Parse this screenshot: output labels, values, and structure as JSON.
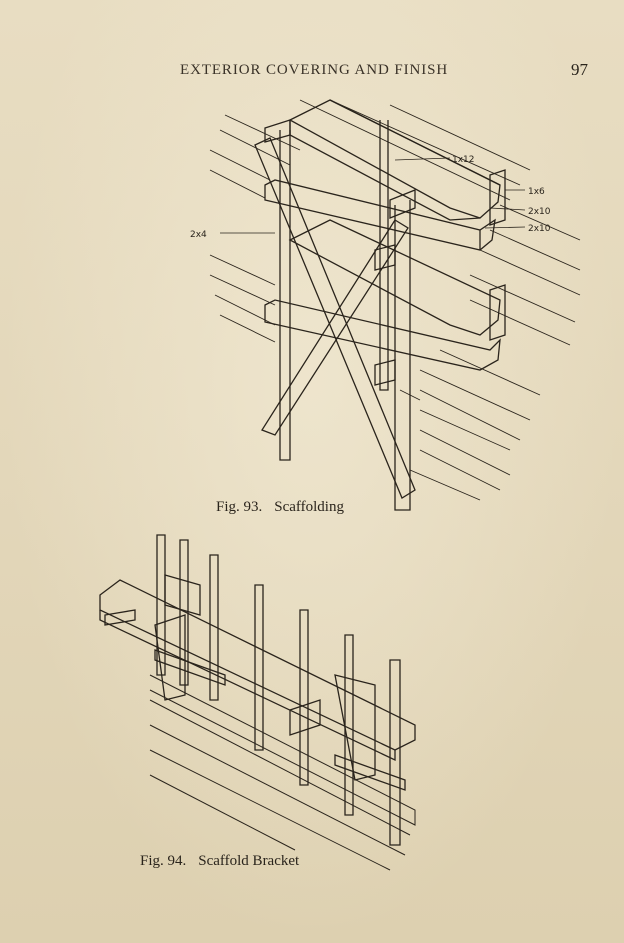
{
  "running_head": "EXTERIOR COVERING AND FINISH",
  "page_number": "97",
  "figures": [
    {
      "number": "Fig. 93.",
      "title": "Scaffolding",
      "labels": [
        "1x12",
        "1x6",
        "2x10",
        "2x10",
        "2x4"
      ]
    },
    {
      "number": "Fig. 94.",
      "title": "Scaffold Bracket"
    }
  ]
}
